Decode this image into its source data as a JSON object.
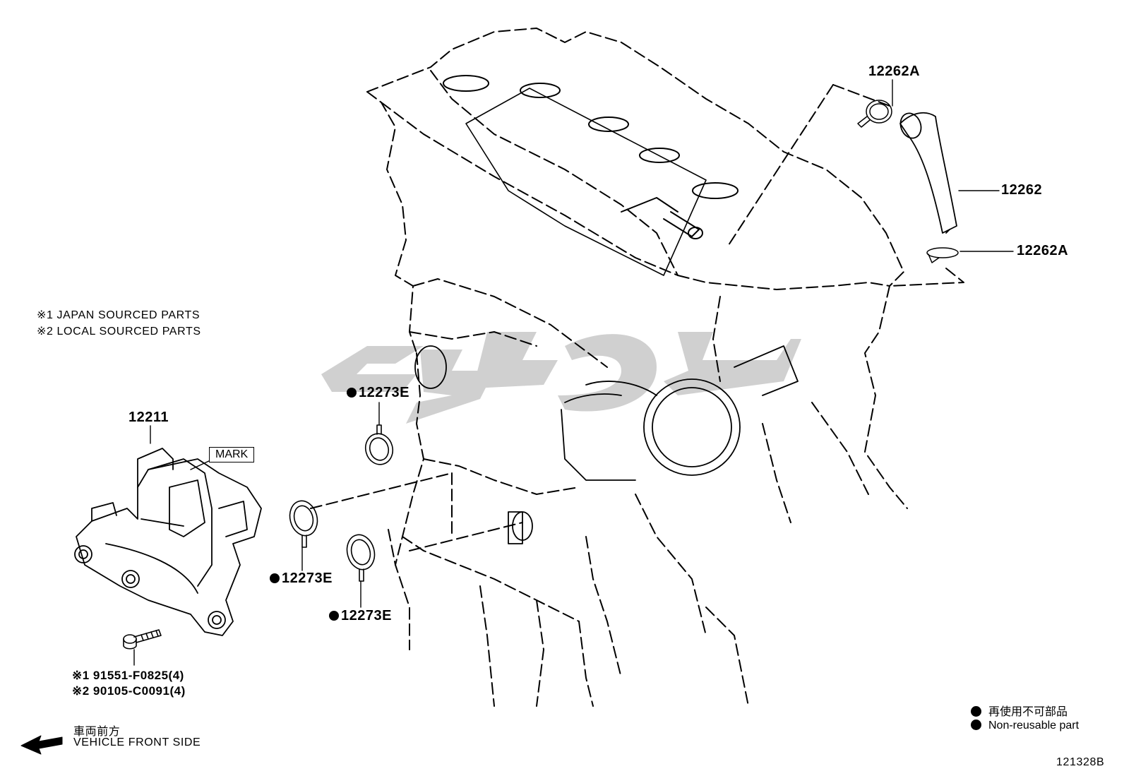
{
  "notes": {
    "japan": "※1 JAPAN SOURCED PARTS",
    "local": "※2 LOCAL SOURCED PARTS"
  },
  "parts": {
    "p12262A_top": "12262A",
    "p12262": "12262",
    "p12262A_bottom": "12262A",
    "p12273E_a": "12273E",
    "p12273E_b": "12273E",
    "p12273E_c": "12273E",
    "p12211": "12211",
    "mark": "MARK",
    "bolt_japan": "※1 91551-F0825(4)",
    "bolt_local": "※2 90105-C0091(4)"
  },
  "direction": {
    "japanese": "車両前方",
    "english": "VEHICLE FRONT SIDE"
  },
  "legend": {
    "japanese": "再使用不可部品",
    "english": "Non-reusable part"
  },
  "diagram_id": "121328B",
  "colors": {
    "line": "#000000",
    "watermark": "#c8c8c8",
    "background": "#ffffff"
  }
}
